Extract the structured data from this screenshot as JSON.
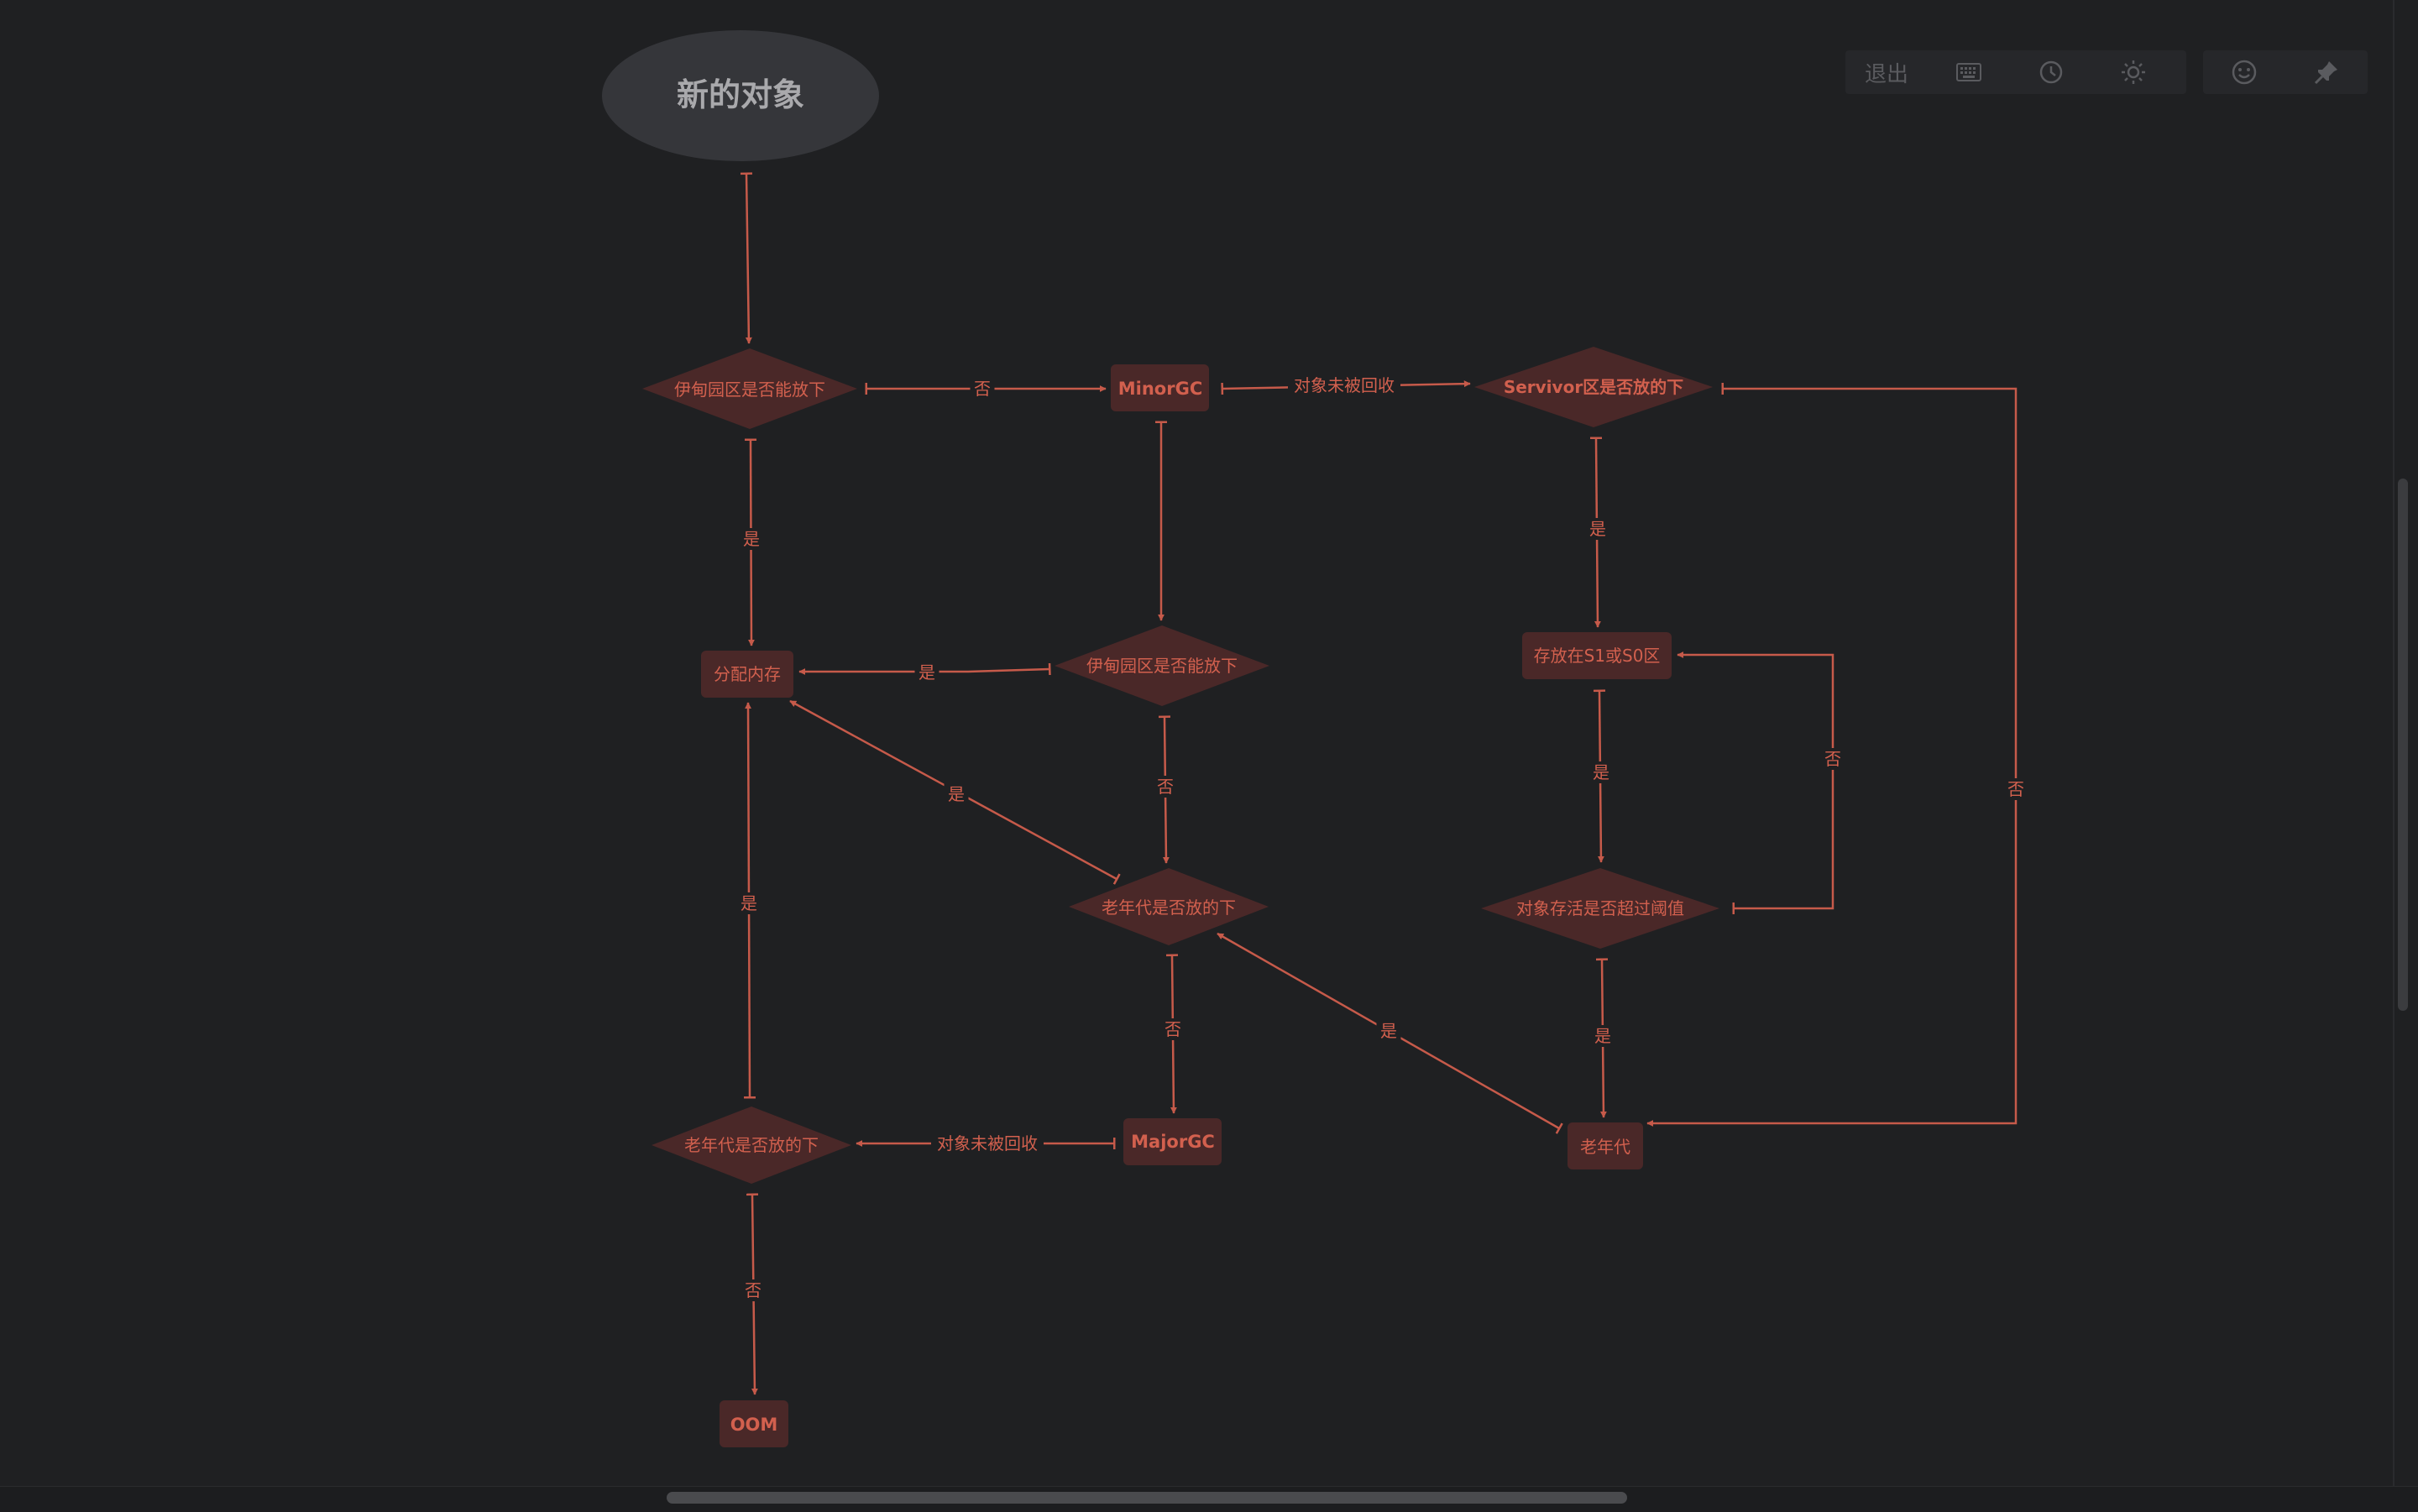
{
  "colors": {
    "background": "#1f2022",
    "edge": "#c65a4a",
    "node_fill": "#4a2828",
    "node_text": "#d2604e",
    "start_fill": "#35363a",
    "start_text": "#a9a9ac"
  },
  "toolbar": {
    "exit_label": "退出",
    "keyboard_icon": "keyboard-icon",
    "history_icon": "clock-icon",
    "theme_icon": "sun-icon",
    "emoji_icon": "smiley-icon",
    "pin_icon": "pin-icon"
  },
  "nodes": {
    "start": "新的对象",
    "eden_check_1": "伊甸园区是否能放下",
    "minor_gc": "MinorGC",
    "survivor_check": "Servivor区是否放的下",
    "allocate_memory": "分配内存",
    "eden_check_2": "伊甸园区是否能放下",
    "store_s1_s0": "存放在S1或S0区",
    "old_gen_check_1": "老年代是否放的下",
    "age_threshold_check": "对象存活是否超过阈值",
    "old_gen_check_2": "老年代是否放的下",
    "major_gc": "MajorGC",
    "old_gen": "老年代",
    "oom": "OOM"
  },
  "edges": {
    "eden1_to_minorgc": "否",
    "minorgc_to_survivor": "对象未被回收",
    "eden1_to_alloc": "是",
    "survivor_to_store": "是",
    "eden2_to_alloc": "是",
    "store_to_threshold": "是",
    "threshold_to_store": "否",
    "survivor_to_oldgen": "否",
    "eden2_to_oldgen1": "否",
    "oldgen1_to_alloc": "是",
    "oldgen1_to_majorgc": "否",
    "oldgen_to_oldgen1": "是",
    "threshold_to_oldgen": "是",
    "oldgen2_to_alloc": "是",
    "majorgc_to_oldgen2": "对象未被回收",
    "oldgen2_to_oom": "否"
  }
}
